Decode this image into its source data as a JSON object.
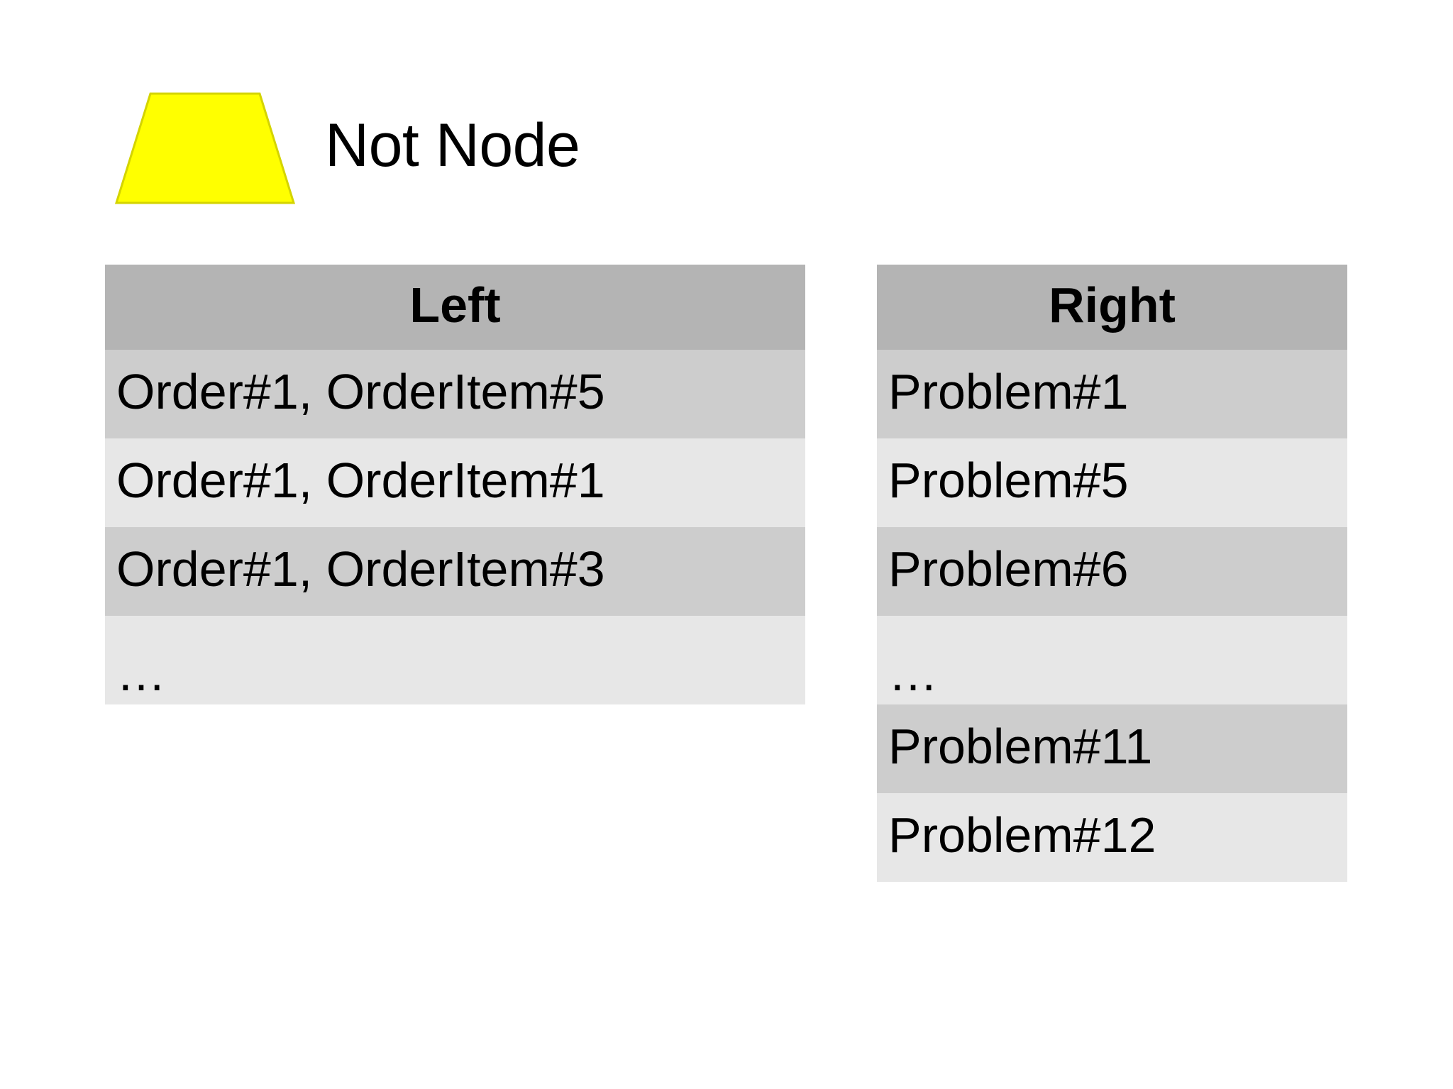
{
  "legend": {
    "shape": "trapezoid-node-icon",
    "shape_fill": "#ffff00",
    "shape_stroke": "#d4d400",
    "label": "Not Node"
  },
  "tables": [
    {
      "name": "left",
      "header": "Left",
      "header_bg": "#b4b4b4",
      "row_bg_a": "#cdcdcd",
      "row_bg_b": "#e7e7e7",
      "rows": [
        "Order#1, OrderItem#5",
        "Order#1, OrderItem#1",
        "Order#1, OrderItem#3",
        "…"
      ]
    },
    {
      "name": "right",
      "header": "Right",
      "header_bg": "#b4b4b4",
      "row_bg_a": "#cdcdcd",
      "row_bg_b": "#e7e7e7",
      "rows": [
        "Problem#1",
        "Problem#5",
        "Problem#6",
        "…",
        "Problem#11",
        "Problem#12"
      ]
    }
  ]
}
